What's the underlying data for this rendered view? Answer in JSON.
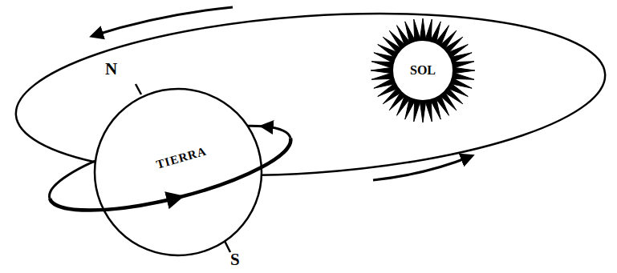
{
  "diagram": {
    "nodes": [
      {
        "text": [
          "TIERRA"
        ]
      },
      {
        "text": [
          "SOL"
        ]
      }
    ],
    "labels": [
      "N",
      "S"
    ]
  }
}
